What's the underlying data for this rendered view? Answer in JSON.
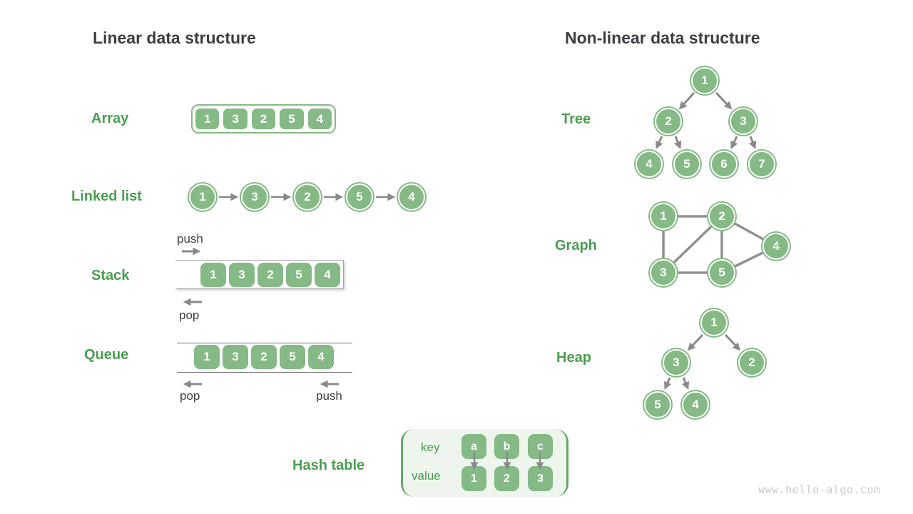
{
  "watermark": "www.hello-algo.com",
  "colors": {
    "node_green": "#85b985",
    "label_green": "#4a9d50",
    "title_dark": "#3b3e42",
    "arrow_gray": "#8a8a8a",
    "graph_edge_gray": "#919191",
    "hash_background": "#edf5ec",
    "hash_bracket_green": "#63a766"
  },
  "linear": {
    "title": "Linear data structure",
    "array": {
      "label": "Array",
      "values": [
        "1",
        "3",
        "2",
        "5",
        "4"
      ]
    },
    "linked_list": {
      "label": "Linked list",
      "values": [
        "1",
        "3",
        "2",
        "5",
        "4"
      ]
    },
    "stack": {
      "label": "Stack",
      "values": [
        "1",
        "3",
        "2",
        "5",
        "4"
      ],
      "push_label": "push",
      "pop_label": "pop"
    },
    "queue": {
      "label": "Queue",
      "values": [
        "1",
        "3",
        "2",
        "5",
        "4"
      ],
      "pop_label": "pop",
      "push_label": "push"
    },
    "hash_table": {
      "label": "Hash table",
      "key_header": "key",
      "value_header": "value",
      "keys": [
        "a",
        "b",
        "c"
      ],
      "values": [
        "1",
        "2",
        "3"
      ]
    }
  },
  "nonlinear": {
    "title": "Non-linear data structure",
    "tree": {
      "label": "Tree",
      "nodes": [
        "1",
        "2",
        "3",
        "4",
        "5",
        "6",
        "7"
      ],
      "edges": [
        [
          "1",
          "2"
        ],
        [
          "1",
          "3"
        ],
        [
          "2",
          "4"
        ],
        [
          "2",
          "5"
        ],
        [
          "3",
          "6"
        ],
        [
          "3",
          "7"
        ]
      ]
    },
    "graph": {
      "label": "Graph",
      "nodes": [
        "1",
        "2",
        "3",
        "5",
        "4"
      ],
      "edges": [
        [
          "1",
          "2"
        ],
        [
          "1",
          "3"
        ],
        [
          "2",
          "3"
        ],
        [
          "2",
          "5"
        ],
        [
          "2",
          "4"
        ],
        [
          "3",
          "5"
        ],
        [
          "5",
          "4"
        ]
      ]
    },
    "heap": {
      "label": "Heap",
      "nodes": [
        "1",
        "3",
        "2",
        "5",
        "4"
      ],
      "edges": [
        [
          "1",
          "3"
        ],
        [
          "1",
          "2"
        ],
        [
          "3",
          "5"
        ],
        [
          "3",
          "4"
        ]
      ]
    }
  }
}
